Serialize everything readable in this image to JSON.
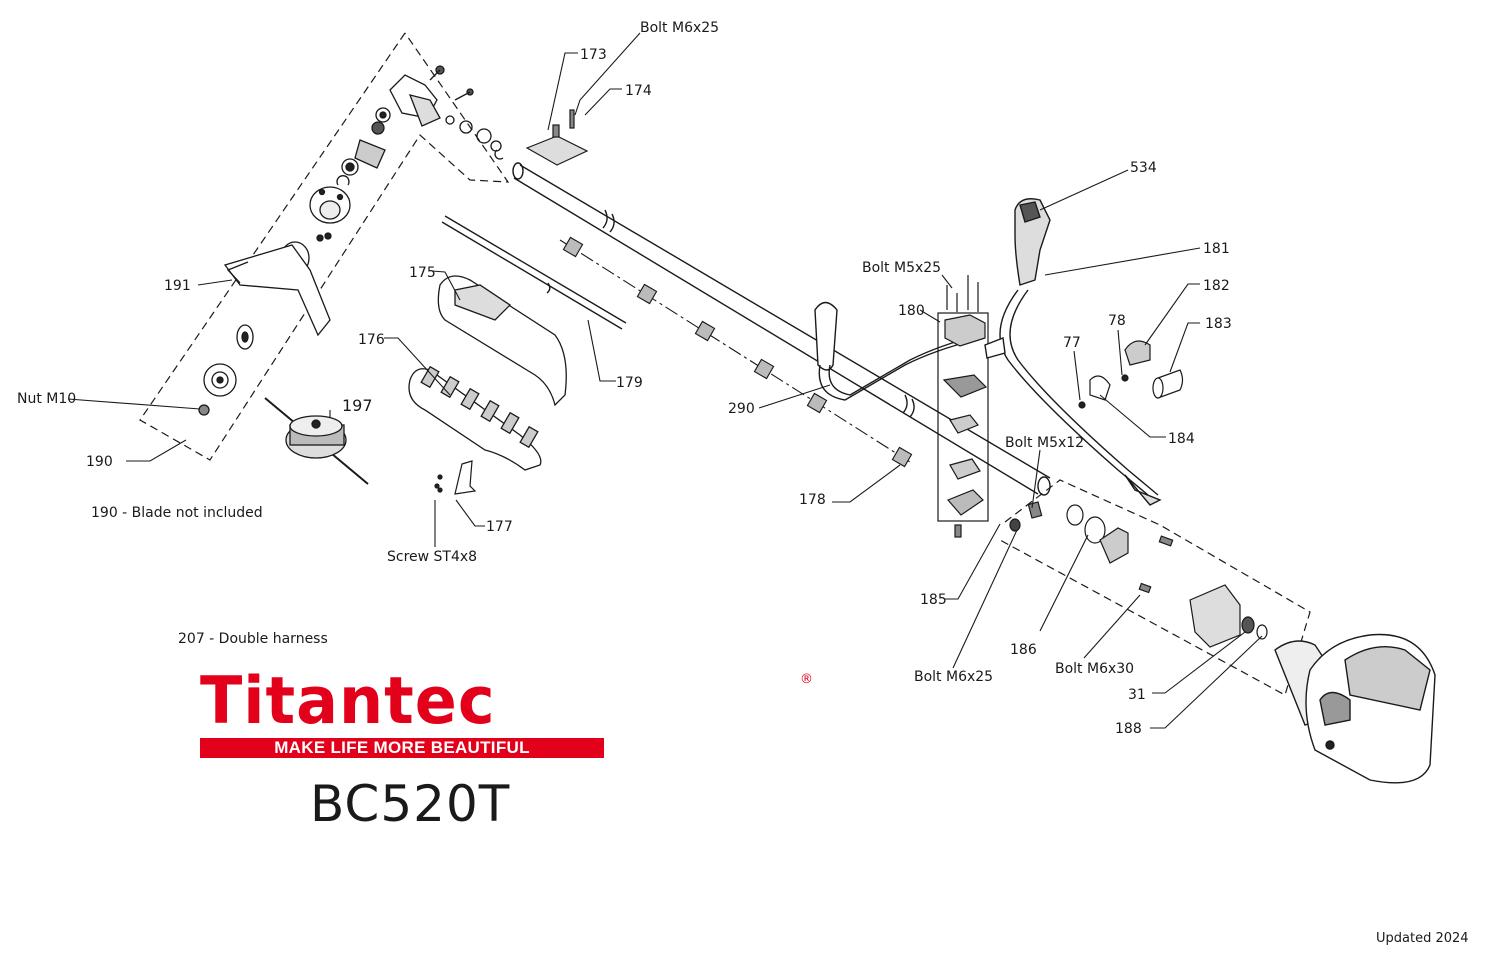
{
  "brand": {
    "name": "Titantec",
    "registered": "®",
    "slogan": "MAKE LIFE MORE BEAUTIFUL"
  },
  "model": "BC520T",
  "updated": "Updated 2024",
  "notes": {
    "blade": "190 - Blade not included",
    "harness": "207 - Double harness"
  },
  "labels": {
    "bolt_m6x25_top": "Bolt M6x25",
    "p173": "173",
    "p174": "174",
    "p534": "534",
    "p181": "181",
    "p182": "182",
    "p183": "183",
    "p78": "78",
    "p77": "77",
    "p184": "184",
    "bolt_m5x25": "Bolt M5x25",
    "p180": "180",
    "p175": "175",
    "p176": "176",
    "p179": "179",
    "p290": "290",
    "p191": "191",
    "nut_m10": "Nut M10",
    "p197": "197",
    "p190": "190",
    "bolt_m5x12": "Bolt M5x12",
    "p178": "178",
    "p177": "177",
    "screw_st4x8": "Screw ST4x8",
    "p185": "185",
    "p186": "186",
    "bolt_m6x25_bottom": "Bolt M6x25",
    "bolt_m6x30": "Bolt M6x30",
    "p31": "31",
    "p188": "188"
  }
}
